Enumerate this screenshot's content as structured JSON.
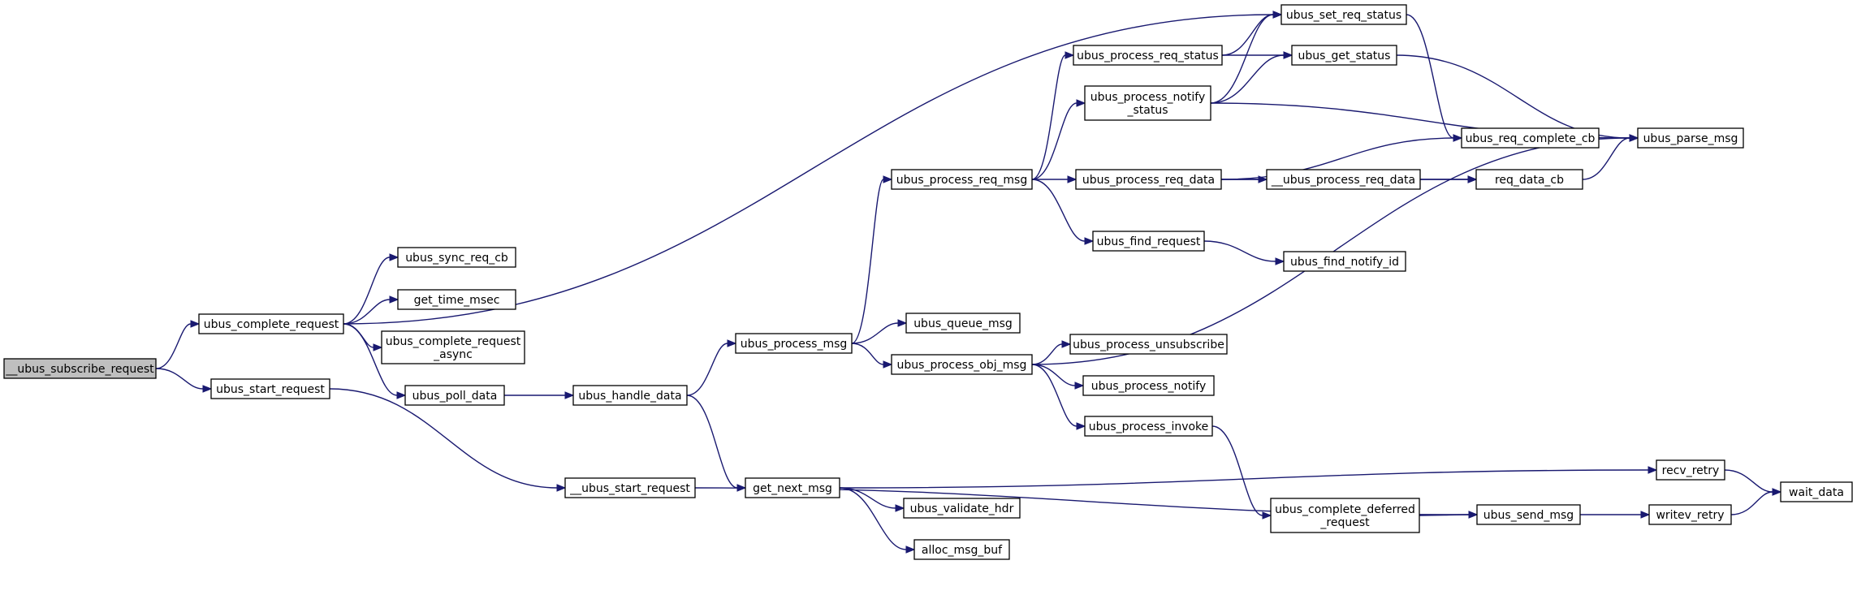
{
  "graph": {
    "nodes": [
      {
        "id": "subscribe_request",
        "lines": [
          "__ubus_subscribe_request"
        ],
        "root": true
      },
      {
        "id": "complete_request",
        "lines": [
          "ubus_complete_request"
        ]
      },
      {
        "id": "start_request",
        "lines": [
          "ubus_start_request"
        ]
      },
      {
        "id": "set_req_status",
        "lines": [
          "ubus_set_req_status"
        ]
      },
      {
        "id": "sync_req_cb",
        "lines": [
          "ubus_sync_req_cb"
        ]
      },
      {
        "id": "get_time_msec",
        "lines": [
          "get_time_msec"
        ]
      },
      {
        "id": "complete_request_async",
        "lines": [
          "ubus_complete_request",
          "_async"
        ]
      },
      {
        "id": "poll_data",
        "lines": [
          "ubus_poll_data"
        ]
      },
      {
        "id": "handle_data",
        "lines": [
          "ubus_handle_data"
        ]
      },
      {
        "id": "process_msg",
        "lines": [
          "ubus_process_msg"
        ]
      },
      {
        "id": "get_next_msg",
        "lines": [
          "get_next_msg"
        ]
      },
      {
        "id": "process_req_msg",
        "lines": [
          "ubus_process_req_msg"
        ]
      },
      {
        "id": "queue_msg",
        "lines": [
          "ubus_queue_msg"
        ]
      },
      {
        "id": "process_obj_msg",
        "lines": [
          "ubus_process_obj_msg"
        ]
      },
      {
        "id": "process_req_status",
        "lines": [
          "ubus_process_req_status"
        ]
      },
      {
        "id": "process_notify_status",
        "lines": [
          "ubus_process_notify",
          "_status"
        ]
      },
      {
        "id": "process_req_data",
        "lines": [
          "ubus_process_req_data"
        ]
      },
      {
        "id": "find_request",
        "lines": [
          "ubus_find_request"
        ]
      },
      {
        "id": "get_status",
        "lines": [
          "ubus_get_status"
        ]
      },
      {
        "id": "parse_msg",
        "lines": [
          "ubus_parse_msg"
        ]
      },
      {
        "id": "req_complete_cb",
        "lines": [
          "ubus_req_complete_cb"
        ]
      },
      {
        "id": "__process_req_data",
        "lines": [
          "__ubus_process_req_data"
        ]
      },
      {
        "id": "req_data_cb",
        "lines": [
          "req_data_cb"
        ]
      },
      {
        "id": "find_notify_id",
        "lines": [
          "ubus_find_notify_id"
        ]
      },
      {
        "id": "process_unsubscribe",
        "lines": [
          "ubus_process_unsubscribe"
        ]
      },
      {
        "id": "process_notify",
        "lines": [
          "ubus_process_notify"
        ]
      },
      {
        "id": "process_invoke",
        "lines": [
          "ubus_process_invoke"
        ]
      },
      {
        "id": "complete_deferred_request",
        "lines": [
          "ubus_complete_deferred",
          "_request"
        ]
      },
      {
        "id": "send_msg",
        "lines": [
          "ubus_send_msg"
        ]
      },
      {
        "id": "recv_retry",
        "lines": [
          "recv_retry"
        ]
      },
      {
        "id": "writev_retry",
        "lines": [
          "writev_retry"
        ]
      },
      {
        "id": "wait_data",
        "lines": [
          "wait_data"
        ]
      },
      {
        "id": "validate_hdr",
        "lines": [
          "ubus_validate_hdr"
        ]
      },
      {
        "id": "alloc_msg_buf",
        "lines": [
          "alloc_msg_buf"
        ]
      },
      {
        "id": "__start_request",
        "lines": [
          "__ubus_start_request"
        ]
      }
    ],
    "edges": [
      [
        "subscribe_request",
        "complete_request"
      ],
      [
        "subscribe_request",
        "start_request"
      ],
      [
        "complete_request",
        "set_req_status"
      ],
      [
        "complete_request",
        "sync_req_cb"
      ],
      [
        "complete_request",
        "get_time_msec"
      ],
      [
        "complete_request",
        "complete_request_async"
      ],
      [
        "complete_request",
        "poll_data"
      ],
      [
        "start_request",
        "__start_request"
      ],
      [
        "poll_data",
        "handle_data"
      ],
      [
        "handle_data",
        "process_msg"
      ],
      [
        "handle_data",
        "get_next_msg"
      ],
      [
        "process_msg",
        "process_req_msg"
      ],
      [
        "process_msg",
        "queue_msg"
      ],
      [
        "process_msg",
        "process_obj_msg"
      ],
      [
        "process_req_msg",
        "process_req_status"
      ],
      [
        "process_req_msg",
        "process_notify_status"
      ],
      [
        "process_req_msg",
        "process_req_data"
      ],
      [
        "process_req_msg",
        "find_request"
      ],
      [
        "process_req_status",
        "set_req_status"
      ],
      [
        "process_req_status",
        "get_status"
      ],
      [
        "process_notify_status",
        "set_req_status"
      ],
      [
        "process_notify_status",
        "get_status"
      ],
      [
        "process_notify_status",
        "parse_msg"
      ],
      [
        "set_req_status",
        "req_complete_cb"
      ],
      [
        "get_status",
        "parse_msg"
      ],
      [
        "process_req_data",
        "req_complete_cb"
      ],
      [
        "process_req_data",
        "__process_req_data"
      ],
      [
        "process_req_data",
        "req_data_cb"
      ],
      [
        "__process_req_data",
        "req_data_cb"
      ],
      [
        "req_data_cb",
        "parse_msg"
      ],
      [
        "find_request",
        "find_notify_id"
      ],
      [
        "process_obj_msg",
        "parse_msg"
      ],
      [
        "process_obj_msg",
        "process_unsubscribe"
      ],
      [
        "process_obj_msg",
        "process_notify"
      ],
      [
        "process_obj_msg",
        "process_invoke"
      ],
      [
        "process_invoke",
        "complete_deferred_request"
      ],
      [
        "complete_deferred_request",
        "send_msg"
      ],
      [
        "send_msg",
        "writev_retry"
      ],
      [
        "writev_retry",
        "wait_data"
      ],
      [
        "recv_retry",
        "wait_data"
      ],
      [
        "get_next_msg",
        "recv_retry"
      ],
      [
        "get_next_msg",
        "validate_hdr"
      ],
      [
        "get_next_msg",
        "alloc_msg_buf"
      ],
      [
        "__start_request",
        "send_msg"
      ]
    ]
  },
  "colors": {
    "edge": "#191970",
    "node_border": "#000000",
    "root_fill": "#bfbfbf",
    "node_fill": "#ffffff"
  }
}
